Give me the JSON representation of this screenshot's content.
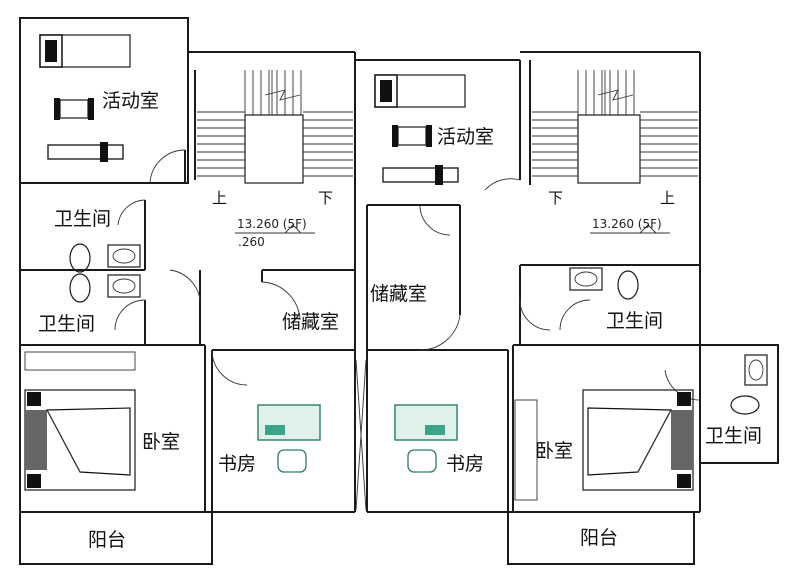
{
  "rooms": {
    "activity_left": "活动室",
    "activity_right": "活动室",
    "bath_left_upper": "卫生间",
    "bath_left_lower": "卫生间",
    "bath_right_mid": "卫生间",
    "bath_right_side": "卫生间",
    "storage_left": "储藏室",
    "storage_right": "储藏室",
    "bedroom_left": "卧室",
    "bedroom_right": "卧室",
    "study_left": "书房",
    "study_right": "书房",
    "balcony_left": "阳台",
    "balcony_right": "阳台"
  },
  "stairs": {
    "left_up": "上",
    "left_down": "下",
    "right_down": "下",
    "right_up": "上"
  },
  "levels": {
    "left_level": "13.260 (5F)",
    "left_level_sub": ".260",
    "right_level": "13.260 (5F)"
  },
  "colors": {
    "wall": "#1a1a1a",
    "desk_accent": "#3aa58a",
    "bed_pattern": "#555555"
  }
}
